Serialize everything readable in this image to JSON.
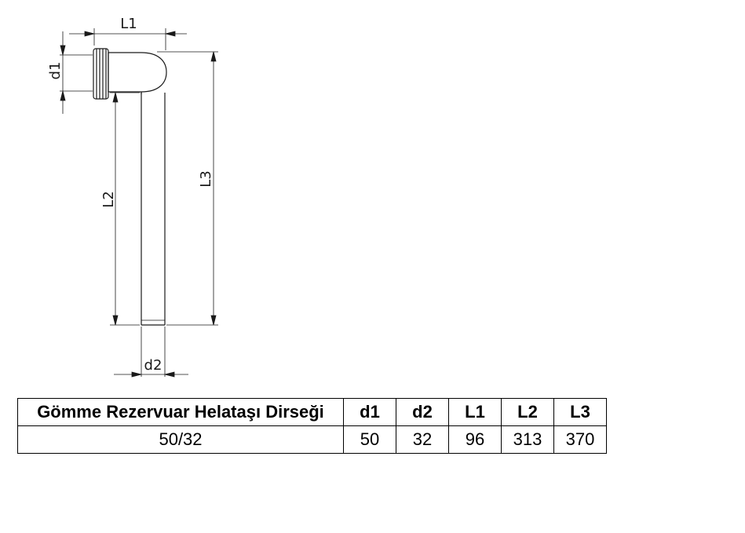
{
  "drawing": {
    "labels": {
      "L1": "L1",
      "d1": "d1",
      "L2": "L2",
      "L3": "L3",
      "d2": "d2"
    }
  },
  "table": {
    "headers": [
      "Gömme Rezervuar Helataşı Dirseği",
      "d1",
      "d2",
      "L1",
      "L2",
      "L3"
    ],
    "rows": [
      [
        "50/32",
        "50",
        "32",
        "96",
        "313",
        "370"
      ]
    ]
  }
}
